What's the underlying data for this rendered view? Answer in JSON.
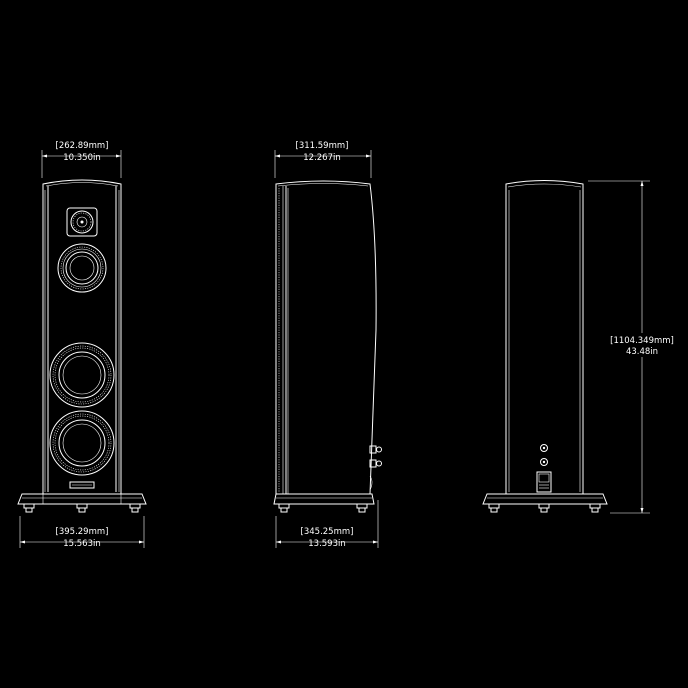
{
  "front_view": {
    "top_width_mm": "[262.89mm]",
    "top_width_in": "10.350in",
    "base_width_mm": "[395.29mm]",
    "base_width_in": "15.563in"
  },
  "side_view": {
    "top_depth_mm": "[311.59mm]",
    "top_depth_in": "12.267in",
    "base_depth_mm": "[345.25mm]",
    "base_depth_in": "13.593in"
  },
  "rear_view": {
    "height_mm": "[1104.349mm]",
    "height_in": "43.48in"
  },
  "colors": {
    "background": "#000000",
    "line": "#ffffff"
  }
}
